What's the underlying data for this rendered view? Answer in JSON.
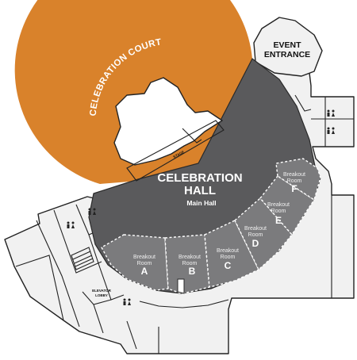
{
  "map": {
    "court_label": "CELEBRATION COURT",
    "hall_title_line1": "CELEBRATION",
    "hall_title_line2": "HALL",
    "hall_subtitle": "Main Hall",
    "stage_label": "STAGE",
    "entrance_line1": "EVENT",
    "entrance_line2": "ENTRANCE",
    "elevator_line1": "ELEVATOR",
    "elevator_line2": "LOBBY",
    "rooms": [
      {
        "label": "Breakout\nRoom",
        "letter": "A"
      },
      {
        "label": "Breakout\nRoom",
        "letter": "B"
      },
      {
        "label": "Breakout\nRoom",
        "letter": "C"
      },
      {
        "label": "Breakout\nRoom",
        "letter": "D"
      },
      {
        "label": "Breakout\nRoom",
        "letter": "E"
      },
      {
        "label": "Breakout\nRoom",
        "letter": "F"
      }
    ],
    "restroom_icon": "restroom-icon",
    "colors": {
      "court": "#d9822b",
      "hall": "#5a5a5c",
      "breakout": "#7b7b7d",
      "walls": "#f1f1f1"
    }
  }
}
